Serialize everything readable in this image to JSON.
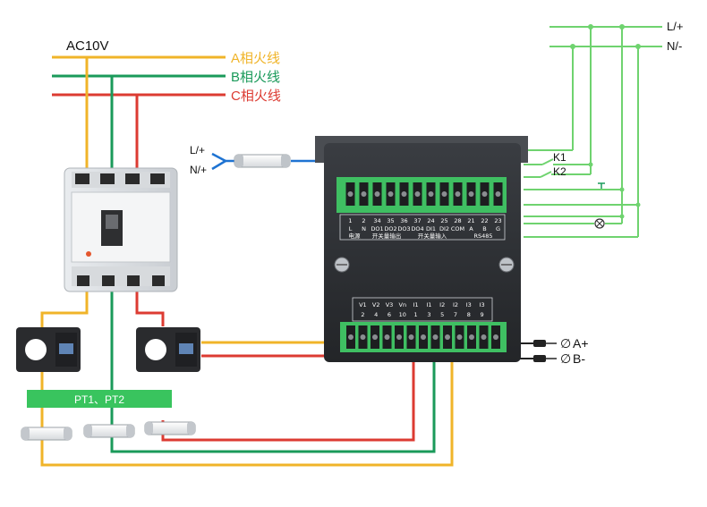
{
  "diagram": {
    "supply_label": "AC10V",
    "phase_lines": [
      {
        "label": "A相火线",
        "color": "#f0b429"
      },
      {
        "label": "B相火线",
        "color": "#1a9a5a"
      },
      {
        "label": "C相火线",
        "color": "#dc3b32"
      }
    ],
    "aux_supply": {
      "live": "L/+",
      "neutral": "N/+"
    },
    "right_supply": {
      "live": "L/+",
      "neutral": "N/-"
    },
    "relays": {
      "k1": "K1",
      "k2": "K2"
    },
    "rs485": {
      "a": "A+",
      "b": "B-",
      "prefix": "∅"
    },
    "pt_label": "PT1、PT2",
    "top_terminal": {
      "numbers": [
        "1",
        "2",
        "34",
        "35",
        "36",
        "37",
        "24",
        "25",
        "28",
        "21",
        "22",
        "23"
      ],
      "row2": [
        "L",
        "N",
        "DO1",
        "DO2",
        "DO3",
        "DO4",
        "DI1",
        "DI2",
        "COM",
        "A",
        "B",
        "G"
      ],
      "groups": [
        "电源",
        "开关量输出",
        "开关量输入",
        "RS485"
      ]
    },
    "bottom_terminal": {
      "row1": [
        "V1",
        "V2",
        "V3",
        "Vn",
        "I1",
        "I1",
        "I2",
        "I2",
        "I3",
        "I3"
      ],
      "row2": [
        "2",
        "4",
        "6",
        "10",
        "1",
        "3",
        "5",
        "7",
        "8",
        "9"
      ]
    },
    "colors": {
      "yellow": "#f0b429",
      "green": "#1a9a5a",
      "red": "#dc3b32",
      "light_green": "#6fd36f",
      "blue": "#1e73d2"
    }
  }
}
